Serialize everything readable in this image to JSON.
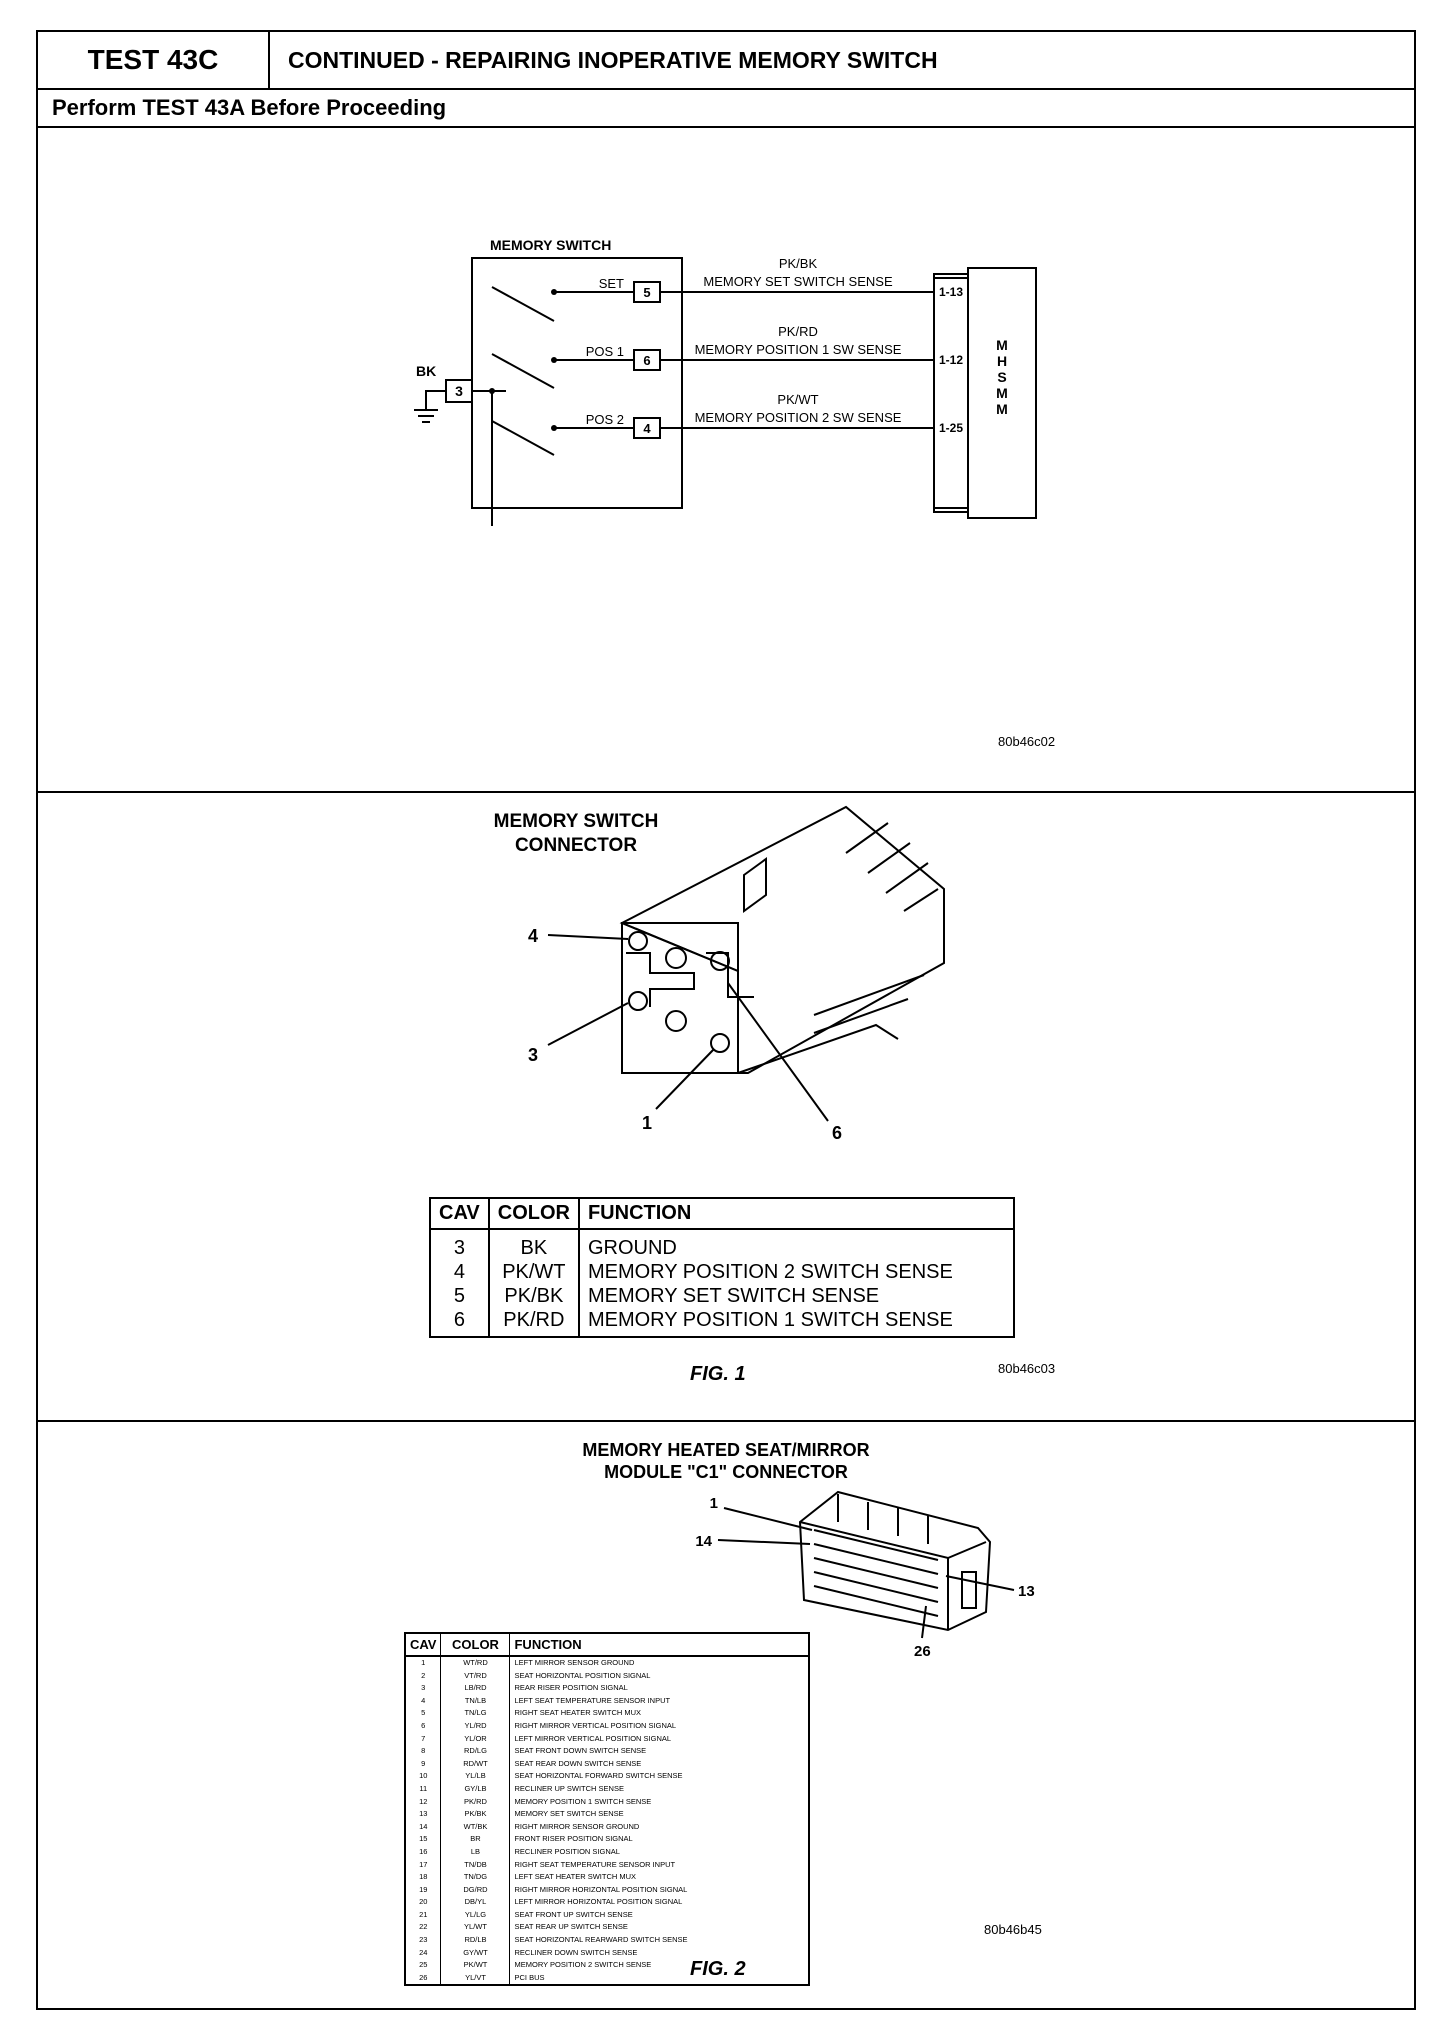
{
  "header": {
    "test_id": "TEST 43C",
    "title": "CONTINUED - REPAIRING INOPERATIVE MEMORY SWITCH",
    "subheader": "Perform TEST 43A Before Proceeding"
  },
  "schematic": {
    "switch_title": "MEMORY SWITCH",
    "ground_color": "BK",
    "ground_pin": "3",
    "positions": [
      {
        "label": "SET",
        "pin": "5",
        "color": "PK/BK",
        "circuit": "MEMORY SET SWITCH SENSE",
        "module_pin": "1-13"
      },
      {
        "label": "POS 1",
        "pin": "6",
        "color": "PK/RD",
        "circuit": "MEMORY POSITION 1 SW SENSE",
        "module_pin": "1-12"
      },
      {
        "label": "POS 2",
        "pin": "4",
        "color": "PK/WT",
        "circuit": "MEMORY POSITION 2 SW SENSE",
        "module_pin": "1-25"
      }
    ],
    "module_letters": [
      "M",
      "H",
      "S",
      "M",
      "M"
    ],
    "figure_code": "80b46c02"
  },
  "fig1": {
    "title_line1": "MEMORY SWITCH",
    "title_line2": "CONNECTOR",
    "callouts": [
      "4",
      "3",
      "1",
      "6"
    ],
    "headers": [
      "CAV",
      "COLOR",
      "FUNCTION"
    ],
    "rows": [
      [
        "3",
        "BK",
        "GROUND"
      ],
      [
        "4",
        "PK/WT",
        "MEMORY POSITION 2 SWITCH SENSE"
      ],
      [
        "5",
        "PK/BK",
        "MEMORY SET SWITCH SENSE"
      ],
      [
        "6",
        "PK/RD",
        "MEMORY POSITION 1 SWITCH SENSE"
      ]
    ],
    "caption": "FIG. 1",
    "figure_code": "80b46c03"
  },
  "fig2": {
    "title_line1": "MEMORY HEATED SEAT/MIRROR",
    "title_line2": "MODULE \"C1\" CONNECTOR",
    "callouts": [
      "1",
      "14",
      "13",
      "26"
    ],
    "headers": [
      "CAV",
      "COLOR",
      "FUNCTION"
    ],
    "rows": [
      [
        "1",
        "WT/RD",
        "LEFT MIRROR SENSOR GROUND"
      ],
      [
        "2",
        "VT/RD",
        "SEAT HORIZONTAL POSITION SIGNAL"
      ],
      [
        "3",
        "LB/RD",
        "REAR RISER POSITION SIGNAL"
      ],
      [
        "4",
        "TN/LB",
        "LEFT SEAT TEMPERATURE SENSOR INPUT"
      ],
      [
        "5",
        "TN/LG",
        "RIGHT SEAT HEATER SWITCH MUX"
      ],
      [
        "6",
        "YL/RD",
        "RIGHT MIRROR VERTICAL POSITION SIGNAL"
      ],
      [
        "7",
        "YL/OR",
        "LEFT MIRROR VERTICAL POSITION SIGNAL"
      ],
      [
        "8",
        "RD/LG",
        "SEAT FRONT DOWN SWITCH SENSE"
      ],
      [
        "9",
        "RD/WT",
        "SEAT REAR DOWN SWITCH SENSE"
      ],
      [
        "10",
        "YL/LB",
        "SEAT HORIZONTAL FORWARD SWITCH SENSE"
      ],
      [
        "11",
        "GY/LB",
        "RECLINER UP SWITCH SENSE"
      ],
      [
        "12",
        "PK/RD",
        "MEMORY POSITION 1 SWITCH SENSE"
      ],
      [
        "13",
        "PK/BK",
        "MEMORY SET SWITCH SENSE"
      ],
      [
        "14",
        "WT/BK",
        "RIGHT MIRROR SENSOR GROUND"
      ],
      [
        "15",
        "BR",
        "FRONT RISER POSITION SIGNAL"
      ],
      [
        "16",
        "LB",
        "RECLINER POSITION SIGNAL"
      ],
      [
        "17",
        "TN/DB",
        "RIGHT SEAT TEMPERATURE SENSOR INPUT"
      ],
      [
        "18",
        "TN/DG",
        "LEFT SEAT HEATER SWITCH MUX"
      ],
      [
        "19",
        "DG/RD",
        "RIGHT MIRROR HORIZONTAL POSITION SIGNAL"
      ],
      [
        "20",
        "DB/YL",
        "LEFT MIRROR HORIZONTAL POSITION SIGNAL"
      ],
      [
        "21",
        "YL/LG",
        "SEAT FRONT UP SWITCH SENSE"
      ],
      [
        "22",
        "YL/WT",
        "SEAT REAR UP SWITCH SENSE"
      ],
      [
        "23",
        "RD/LB",
        "SEAT HORIZONTAL REARWARD SWITCH SENSE"
      ],
      [
        "24",
        "GY/WT",
        "RECLINER DOWN SWITCH SENSE"
      ],
      [
        "25",
        "PK/WT",
        "MEMORY POSITION 2 SWITCH SENSE"
      ],
      [
        "26",
        "YL/VT",
        "PCI BUS"
      ]
    ],
    "caption": "FIG. 2",
    "figure_code": "80b46b45"
  }
}
